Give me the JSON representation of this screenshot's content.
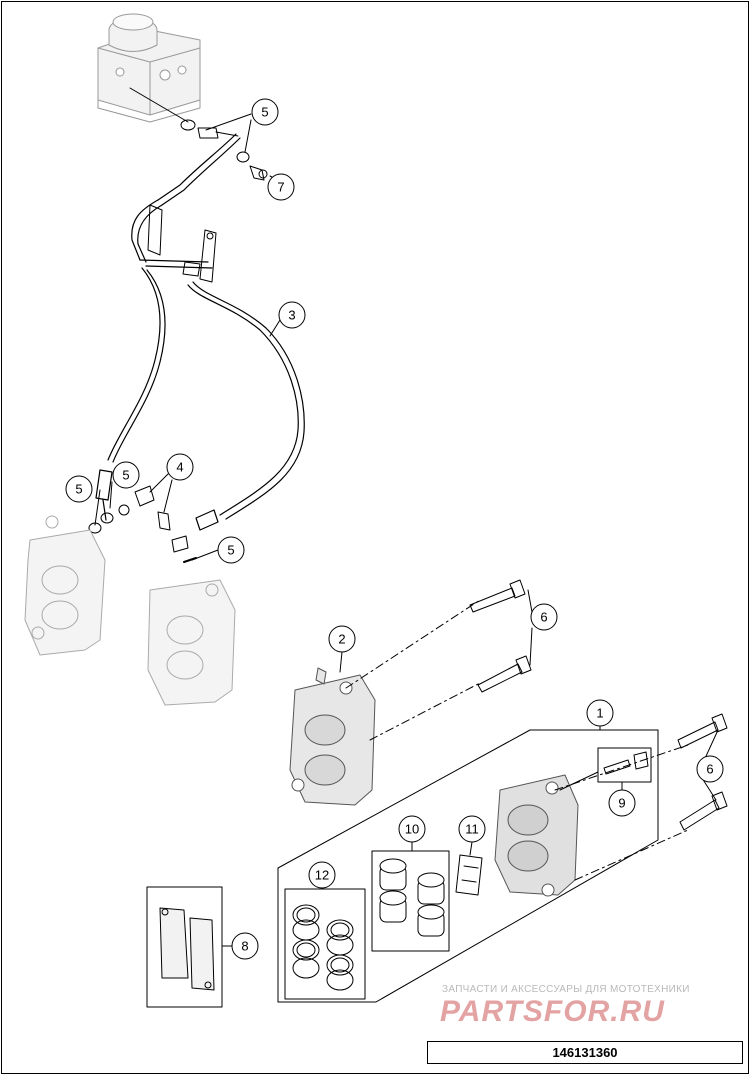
{
  "diagram": {
    "drawing_id": "146131360",
    "watermark": {
      "line1": "ЗАПЧАСТИ И АКСЕССУАРЫ ДЛЯ МОТОТЕХНИКИ",
      "logo": "PARTSFOR.RU"
    },
    "callouts": [
      {
        "id": "c5-top",
        "label": "5"
      },
      {
        "id": "c7",
        "label": "7"
      },
      {
        "id": "c3",
        "label": "3"
      },
      {
        "id": "c4",
        "label": "4"
      },
      {
        "id": "c5-a",
        "label": "5"
      },
      {
        "id": "c5-b",
        "label": "5"
      },
      {
        "id": "c5-c",
        "label": "5"
      },
      {
        "id": "c2",
        "label": "2"
      },
      {
        "id": "c6-top",
        "label": "6"
      },
      {
        "id": "c1",
        "label": "1"
      },
      {
        "id": "c6-right",
        "label": "6"
      },
      {
        "id": "c9",
        "label": "9"
      },
      {
        "id": "c10",
        "label": "10"
      },
      {
        "id": "c11",
        "label": "11"
      },
      {
        "id": "c12",
        "label": "12"
      },
      {
        "id": "c8",
        "label": "8"
      }
    ]
  }
}
